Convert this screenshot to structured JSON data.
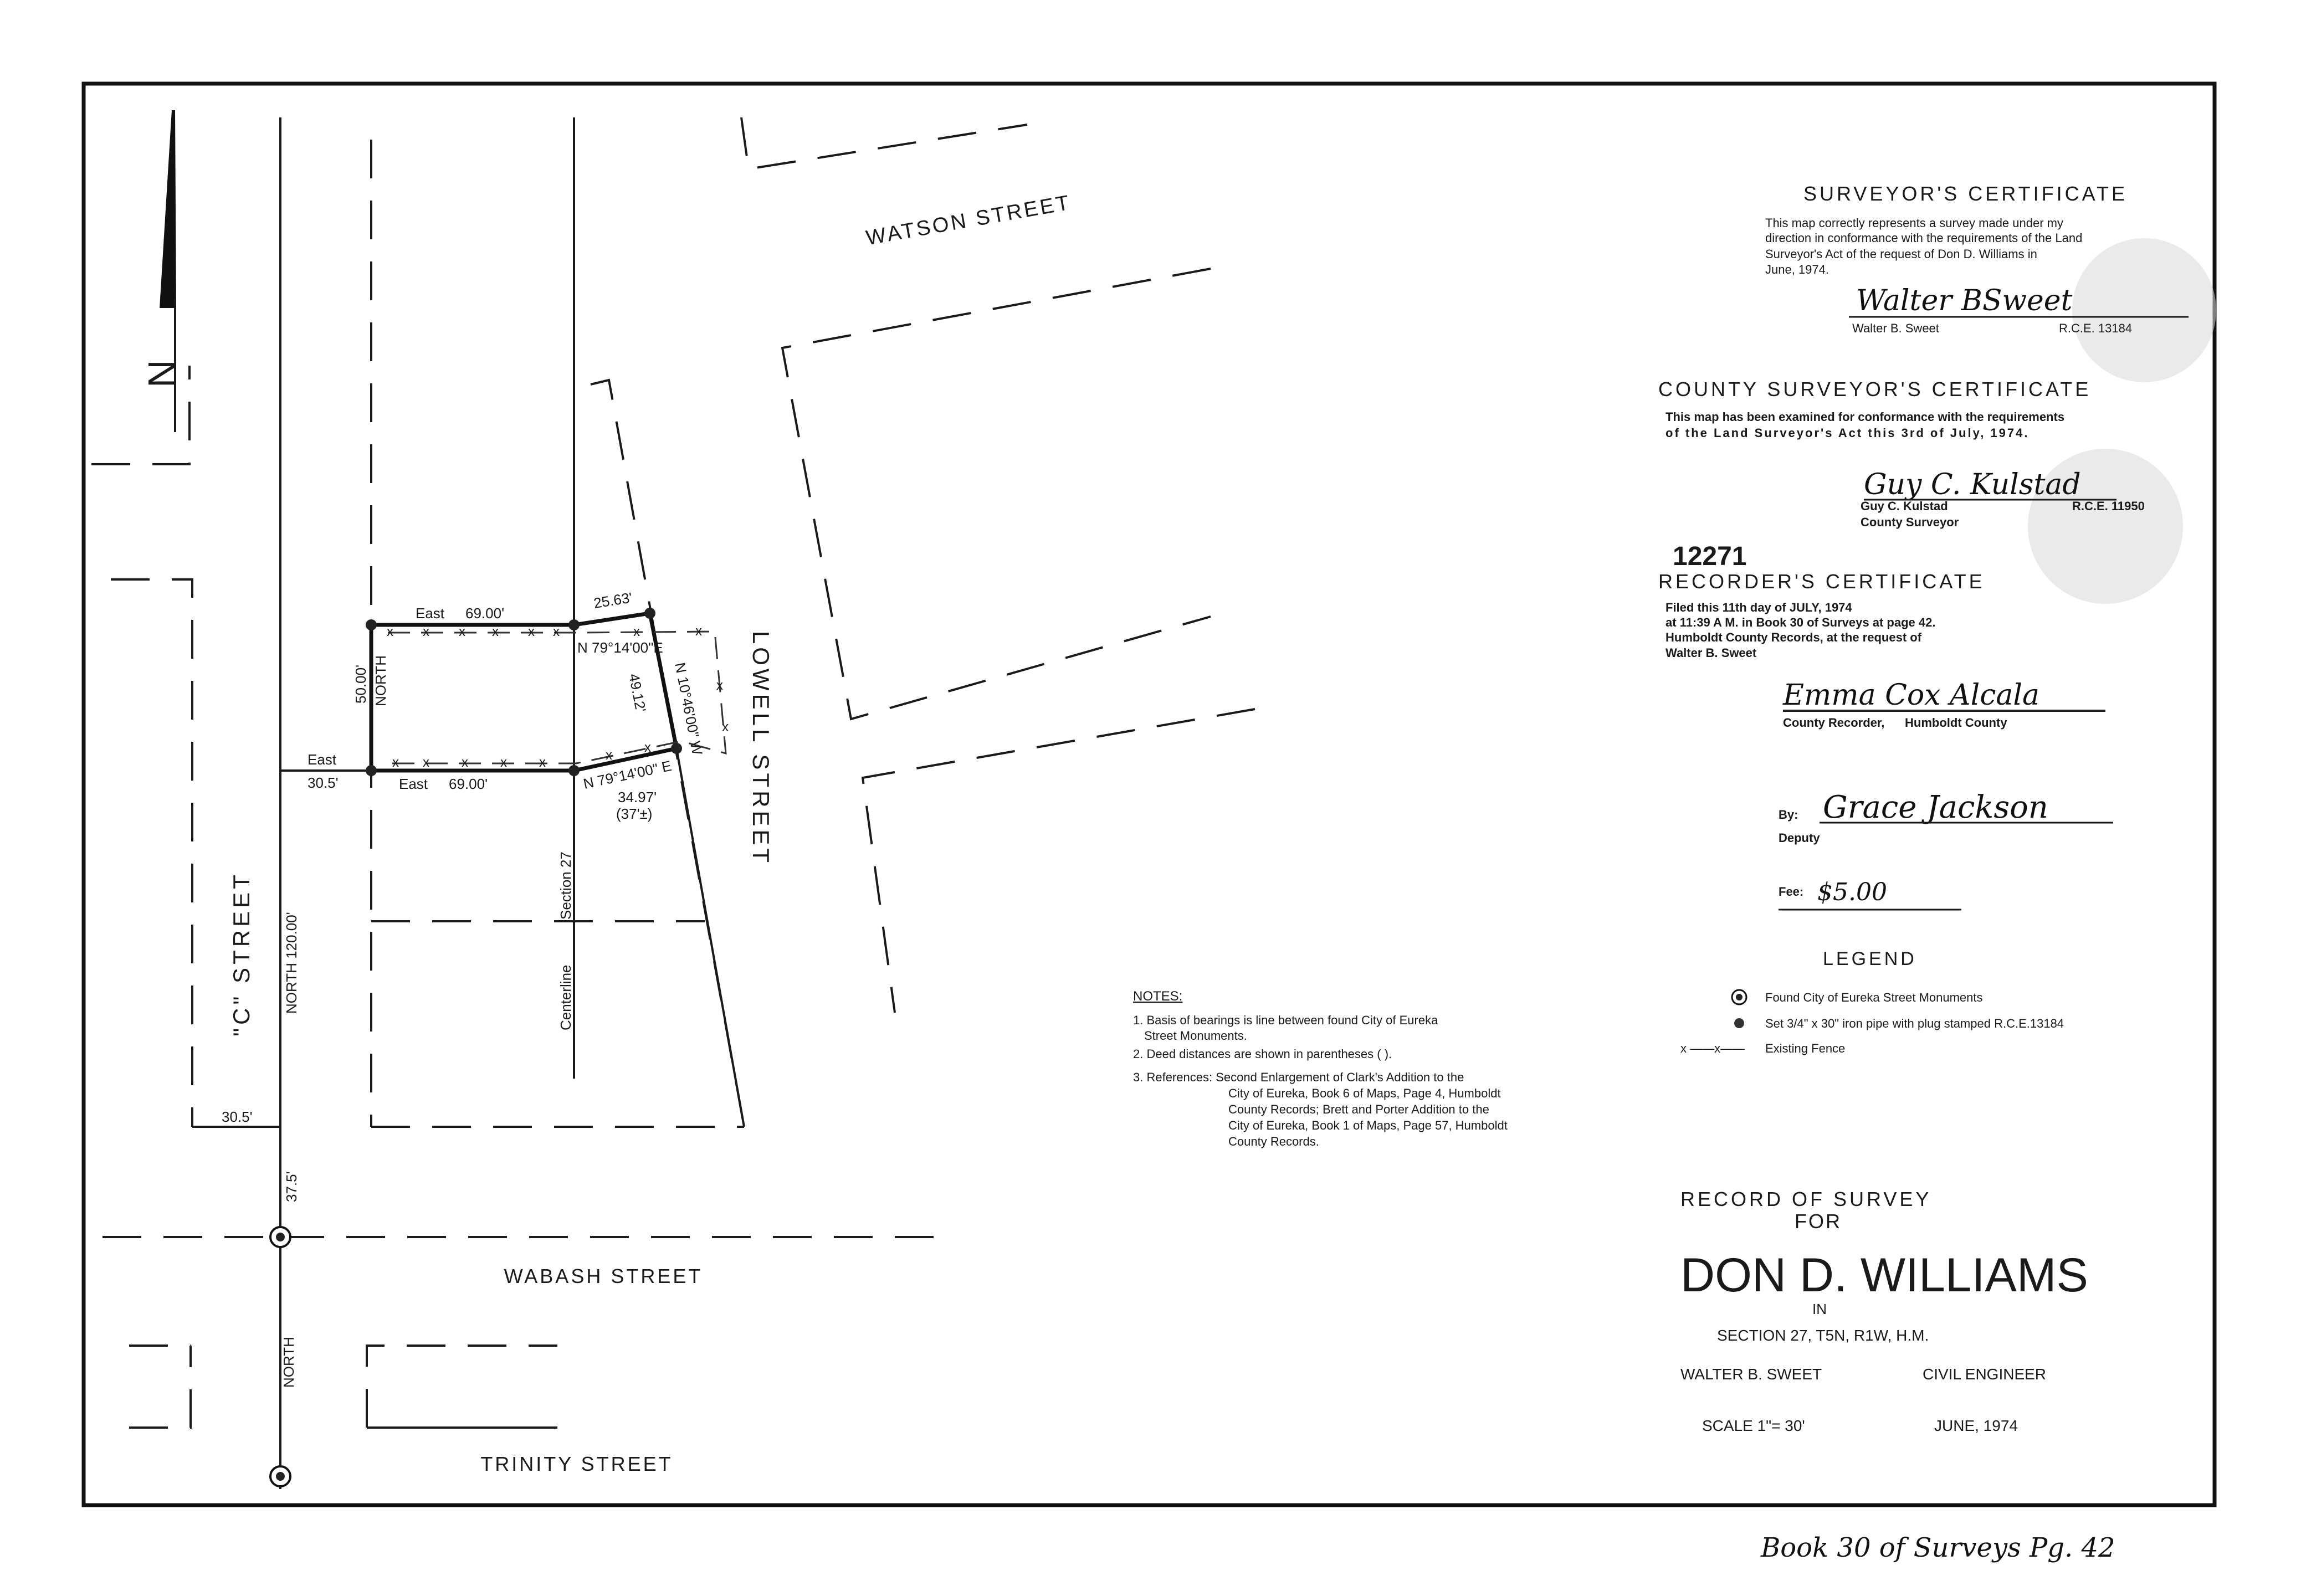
{
  "surveyor_certificate": {
    "title": "SURVEYOR'S CERTIFICATE",
    "lines": [
      "This map correctly represents a survey made under my",
      "direction in conformance with the requirements of the Land",
      "Surveyor's Act of the request of Don D. Williams in",
      "June, 1974."
    ],
    "signature": "Walter BSweet",
    "name": "Walter B. Sweet",
    "license": "R.C.E. 13184"
  },
  "county_surveyor_certificate": {
    "title": "COUNTY SURVEYOR'S CERTIFICATE",
    "lines": [
      "This map has been examined for conformance with the requirements",
      "of the Land Surveyor's Act this 3rd of July, 1974."
    ],
    "signature": "Guy C. Kulstad",
    "name": "Guy C. Kulstad",
    "license": "R.C.E. 11950",
    "role": "County Surveyor"
  },
  "recorder_certificate": {
    "number": "12271",
    "title": "RECORDER'S CERTIFICATE",
    "lines": [
      "Filed this 11th day of JULY, 1974",
      "at 11:39 A M. in Book 30 of Surveys at page 42.",
      "Humboldt County Records, at the request of",
      "Walter B. Sweet"
    ],
    "signature": "Emma Cox Alcala",
    "recorder_label": "County Recorder,      Humboldt County",
    "by_label": "By:",
    "deputy_signature": "Grace Jackson",
    "deputy_label": "Deputy",
    "fee_label": "Fee:",
    "fee_value": "$5.00"
  },
  "legend": {
    "title": "LEGEND",
    "items": [
      {
        "symbol": "found-monument-icon",
        "label": "Found  City of Eureka Street Monuments"
      },
      {
        "symbol": "iron-pipe-icon",
        "label": "Set 3/4\" x 30\" iron pipe with plug stamped R.C.E.13184"
      },
      {
        "symbol": "fence-line-icon",
        "symbol_text": "x ——x——",
        "label": "Existing Fence"
      }
    ]
  },
  "notes": {
    "title": "NOTES:",
    "lines": [
      "1. Basis of bearings is line between found City of Eureka",
      "Street Monuments.",
      "2. Deed distances are shown in parentheses ( ).",
      "3. References: Second Enlargement of Clark's Addition to the",
      "City of Eureka, Book 6 of Maps, Page 4, Humboldt",
      "County Records; Brett and Porter Addition to the",
      "City of Eureka, Book 1 of Maps, Page 57, Humboldt",
      "County Records."
    ]
  },
  "title_block": {
    "line1": "RECORD OF SURVEY",
    "line2": "FOR",
    "client": "DON D. WILLIAMS",
    "in": "IN",
    "location": "SECTION 27, T5N, R1W, H.M.",
    "engineer": "WALTER B. SWEET",
    "engineer_title": "CIVIL ENGINEER",
    "scale": "SCALE 1\"= 30'",
    "date": "JUNE, 1974"
  },
  "footer": {
    "book_reference": "Book 30 of Surveys Pg. 42"
  },
  "map": {
    "north_label": "N",
    "streets": {
      "watson": "WATSON STREET",
      "lowell": "LOWELL STREET",
      "c_street": "\"C\" STREET",
      "wabash": "WABASH STREET",
      "trinity": "TRINITY STREET"
    },
    "labels": {
      "top_east": "East",
      "top_dist": "69.00'",
      "top_ne": "25.63'",
      "top_bearing": "N 79°14'00\"E",
      "right_dist": "49.12'",
      "right_bearing": "N 10°46'00\" W",
      "left_dist": "50.00'",
      "left_bearing": "NORTH",
      "tie_east": "East",
      "tie_dist": "30.5'",
      "bottom_east": "East",
      "bottom_dist": "69.00'",
      "bottom_bearing": "N 79°14'00\" E",
      "bottom_ne_dist": "34.97'",
      "bottom_deed": "(37'±)",
      "section": "Section 27",
      "centerline": "Centerline",
      "c_north": "NORTH 120.00'",
      "c_offset": "30.5'",
      "c_south": "37.5'",
      "south_north": "NORTH"
    }
  }
}
